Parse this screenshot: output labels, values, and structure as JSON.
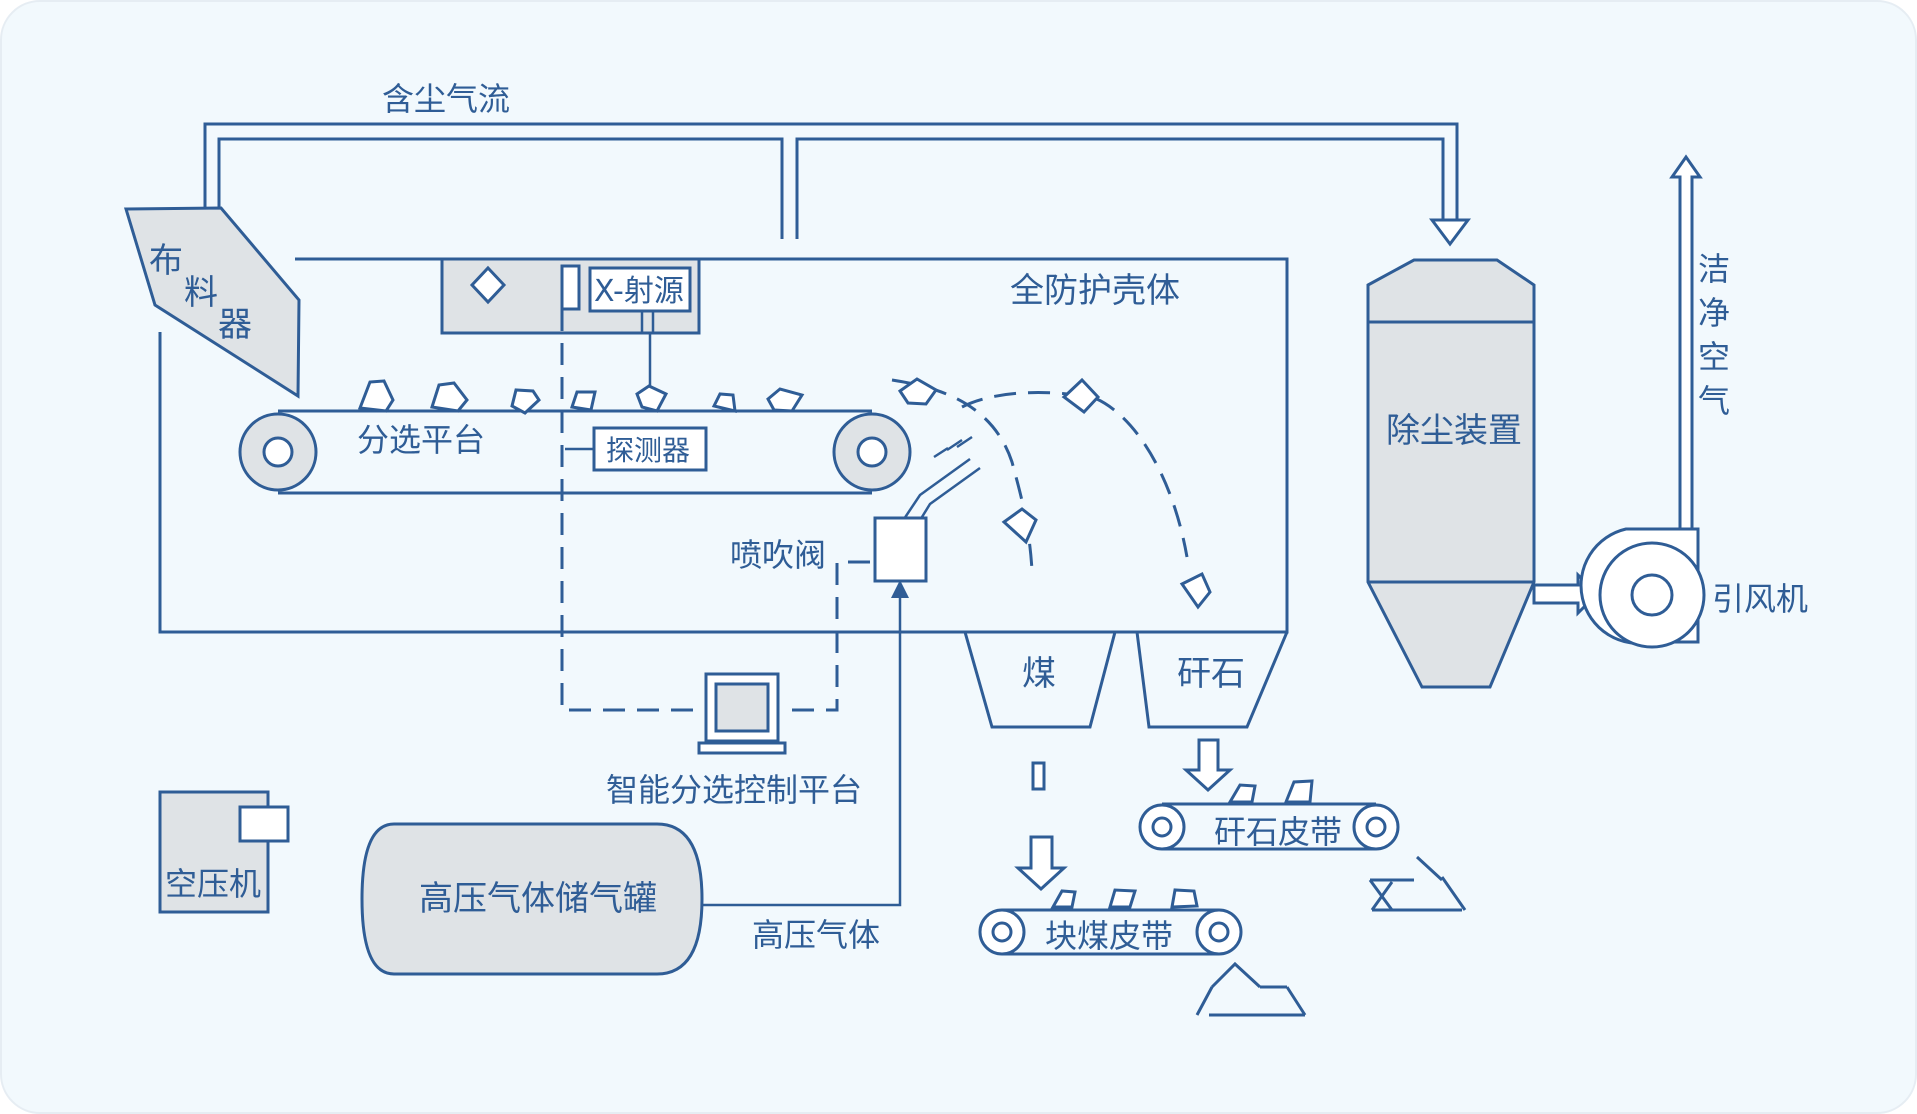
{
  "labels": {
    "dusty_airflow": "含尘气流",
    "feeder": [
      "布",
      "料",
      "器"
    ],
    "xray_source": "X-射源",
    "enclosure": "全防护壳体",
    "sorting_platform": "分选平台",
    "detector": "探测器",
    "blow_valve": "喷吹阀",
    "control_platform": "智能分选控制平台",
    "coal": "煤",
    "gangue": "矸石",
    "gangue_belt": "矸石皮带",
    "lump_coal_belt": "块煤皮带",
    "air_compressor": "空压机",
    "gas_tank": "高压气体储气罐",
    "high_pressure_gas": "高压气体",
    "dust_removal": "除尘装置",
    "clean_air": [
      "洁",
      "净",
      "空",
      "气"
    ],
    "induced_fan": "引风机"
  },
  "colors": {
    "line": "#2f5d96",
    "background": "#f2f9fd",
    "component_fill": "#dfe3e6"
  }
}
